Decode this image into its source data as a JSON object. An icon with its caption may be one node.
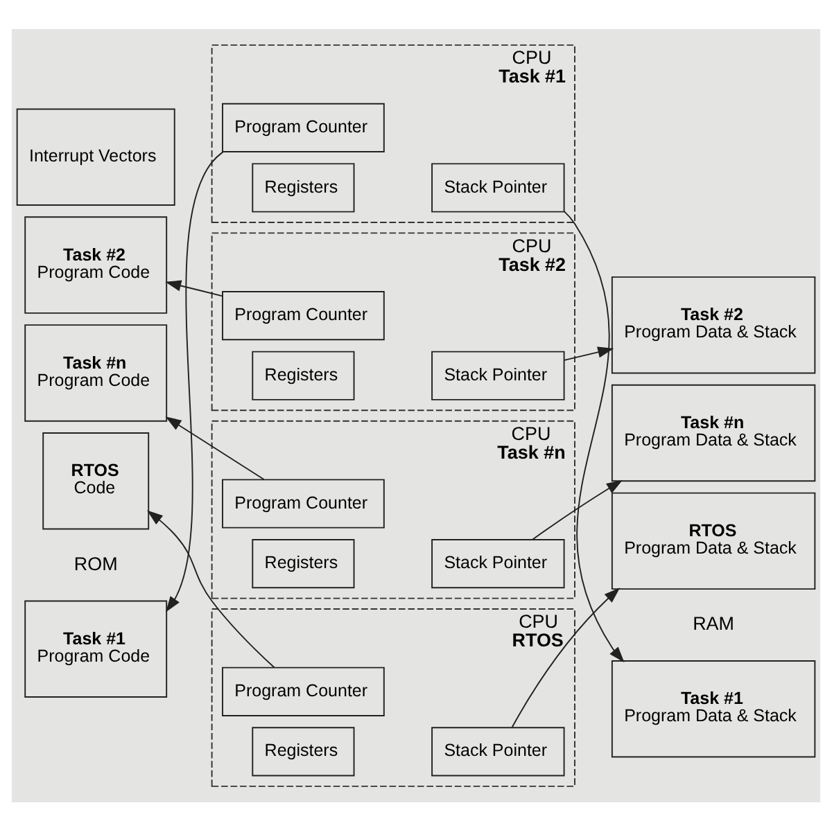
{
  "diagram": {
    "nodes": [
      {
        "text": [
          "Task #1",
          "Program Code"
        ]
      },
      {
        "text": [
          "Task #2",
          "Program Code"
        ]
      },
      {
        "text": [
          "Task #n",
          "Program Code"
        ]
      },
      {
        "text": [
          "RTOS",
          "Code"
        ]
      },
      {
        "text": [
          "Interrupt Vectors"
        ]
      },
      {
        "text": [
          "CPU",
          "Task #1"
        ]
      },
      {
        "text": [
          "Program Counter"
        ],
        "in": 5
      },
      {
        "text": [
          "Registers"
        ],
        "in": 5
      },
      {
        "text": [
          "Stack Pointer"
        ],
        "in": 5
      },
      {
        "text": [
          "CPU",
          "Task #2"
        ]
      },
      {
        "text": [
          "Program Counter"
        ],
        "in": 9
      },
      {
        "text": [
          "Registers"
        ],
        "in": 9
      },
      {
        "text": [
          "Stack Pointer"
        ],
        "in": 9
      },
      {
        "text": [
          "CPU",
          "Task #n"
        ]
      },
      {
        "text": [
          "Program Counter"
        ],
        "in": 13
      },
      {
        "text": [
          "Registers"
        ],
        "in": 13
      },
      {
        "text": [
          "Stack Pointer"
        ],
        "in": 13
      },
      {
        "text": [
          "CPU",
          "RTOS"
        ]
      },
      {
        "text": [
          "Program Counter"
        ],
        "in": 17
      },
      {
        "text": [
          "Registers"
        ],
        "in": 17
      },
      {
        "text": [
          "Stack Pointer"
        ],
        "in": 17
      },
      {
        "text": [
          "Task #1",
          "Program Data & Stack"
        ]
      },
      {
        "text": [
          "Task #2",
          "Program Data & Stack"
        ]
      },
      {
        "text": [
          "Task #n",
          "Program Data & Stack"
        ]
      },
      {
        "text": [
          "RTOS",
          "Program Data & Stack"
        ]
      }
    ],
    "edges": [
      {
        "from": 6,
        "to": 0,
        "arrow": "to"
      },
      {
        "from": 8,
        "to": 21,
        "arrow": "to"
      },
      {
        "from": 10,
        "to": 1,
        "arrow": "to"
      },
      {
        "from": 12,
        "to": 22,
        "arrow": "to"
      },
      {
        "from": 14,
        "to": 2,
        "arrow": "to"
      },
      {
        "from": 16,
        "to": 23,
        "arrow": "to"
      },
      {
        "from": 18,
        "to": 3,
        "arrow": "to"
      },
      {
        "from": 20,
        "to": 24,
        "arrow": "to"
      }
    ],
    "labels": [
      "ROM",
      "RAM"
    ]
  }
}
